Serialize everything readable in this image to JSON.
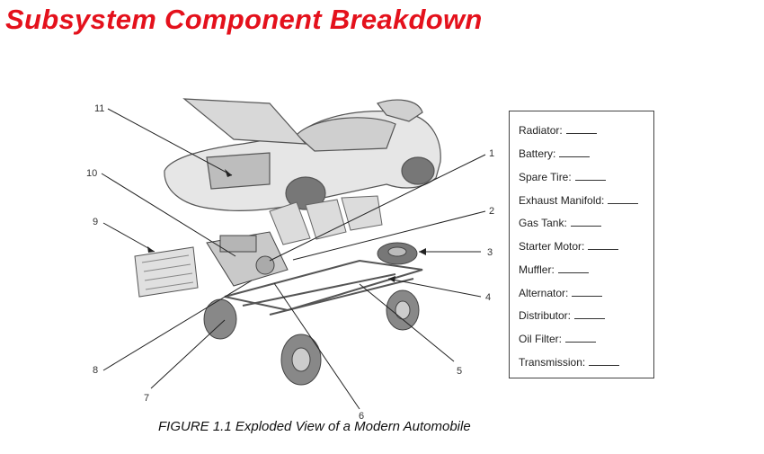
{
  "slide": {
    "title": "Subsystem Component Breakdown"
  },
  "figure": {
    "caption": "FIGURE 1.1 Exploded View of a Modern Automobile",
    "callouts": [
      "1",
      "2",
      "3",
      "4",
      "5",
      "6",
      "7",
      "8",
      "9",
      "10",
      "11"
    ]
  },
  "legend": {
    "items": [
      "Radiator:",
      "Battery:",
      "Spare Tire:",
      "Exhaust Manifold:",
      "Gas Tank:",
      "Starter Motor:",
      "Muffler:",
      "Alternator:",
      "Distributor:",
      "Oil Filter:",
      "Transmission:"
    ]
  }
}
